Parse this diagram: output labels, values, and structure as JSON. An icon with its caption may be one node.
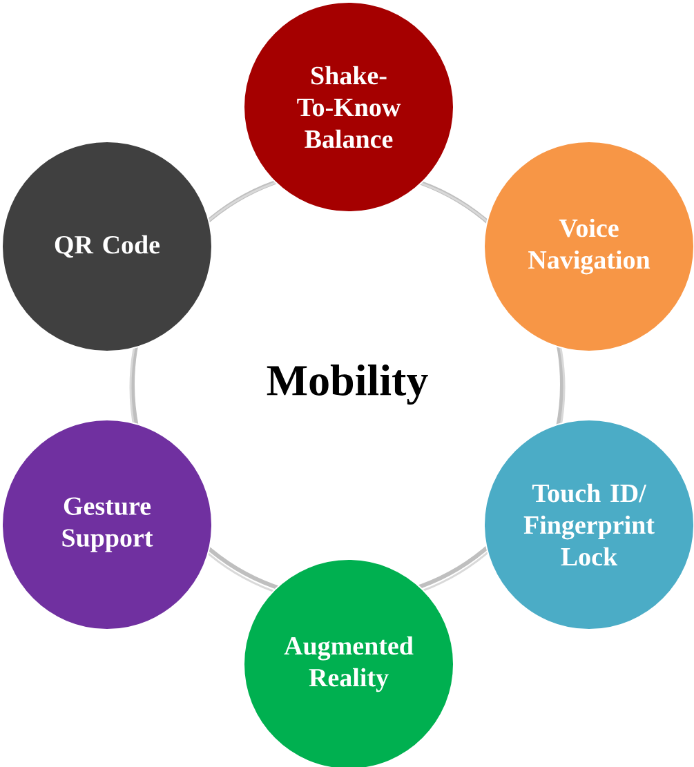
{
  "diagram": {
    "nodes": [
      {
        "text": [
          "Mobility"
        ]
      },
      {
        "text": [
          "Shake-To-Know Balance"
        ]
      },
      {
        "text": [
          "Voice Navigation"
        ]
      },
      {
        "text": [
          "Touch ID/ Fingerprint Lock"
        ]
      },
      {
        "text": [
          "Augmented Reality"
        ]
      },
      {
        "text": [
          "Gesture Support"
        ]
      },
      {
        "text": [
          "QR Code"
        ]
      }
    ]
  }
}
